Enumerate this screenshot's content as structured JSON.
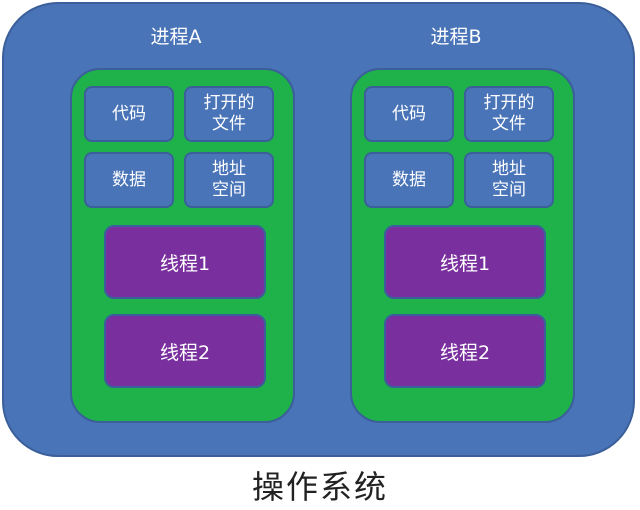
{
  "title": "操作系统",
  "colors": {
    "os_fill": "#4a74b8",
    "process_fill": "#1fb24a",
    "resource_fill": "#4a74b8",
    "thread_fill": "#7a2f9e",
    "border": "#3a5f9a"
  },
  "processes": [
    {
      "name": "进程A",
      "resources": [
        "代码",
        "打开的\n文件",
        "数据",
        "地址\n空间"
      ],
      "threads": [
        "线程1",
        "线程2"
      ]
    },
    {
      "name": "进程B",
      "resources": [
        "代码",
        "打开的\n文件",
        "数据",
        "地址\n空间"
      ],
      "threads": [
        "线程1",
        "线程2"
      ]
    }
  ]
}
